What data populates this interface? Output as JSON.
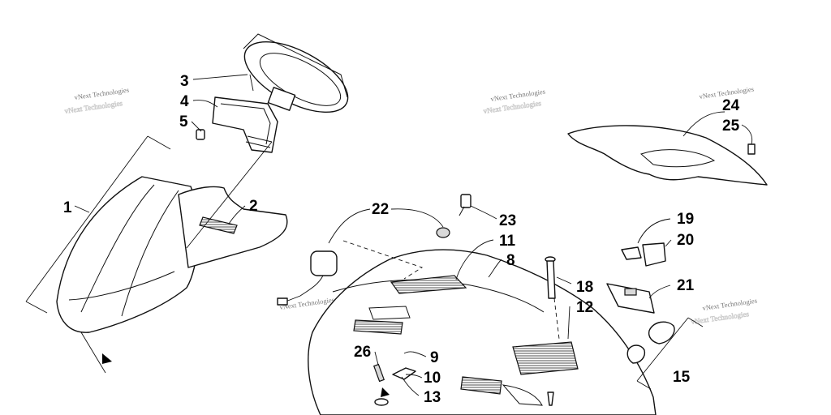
{
  "watermark": "vNext Technologies",
  "callouts": {
    "c1": "1",
    "c2": "2",
    "c3": "3",
    "c4": "4",
    "c5": "5",
    "c8": "8",
    "c9": "9",
    "c10": "10",
    "c11": "11",
    "c12": "12",
    "c13": "13",
    "c15": "15",
    "c18": "18",
    "c19": "19",
    "c20": "20",
    "c21": "21",
    "c22": "22",
    "c23": "23",
    "c24": "24",
    "c25": "25",
    "c26": "26"
  }
}
